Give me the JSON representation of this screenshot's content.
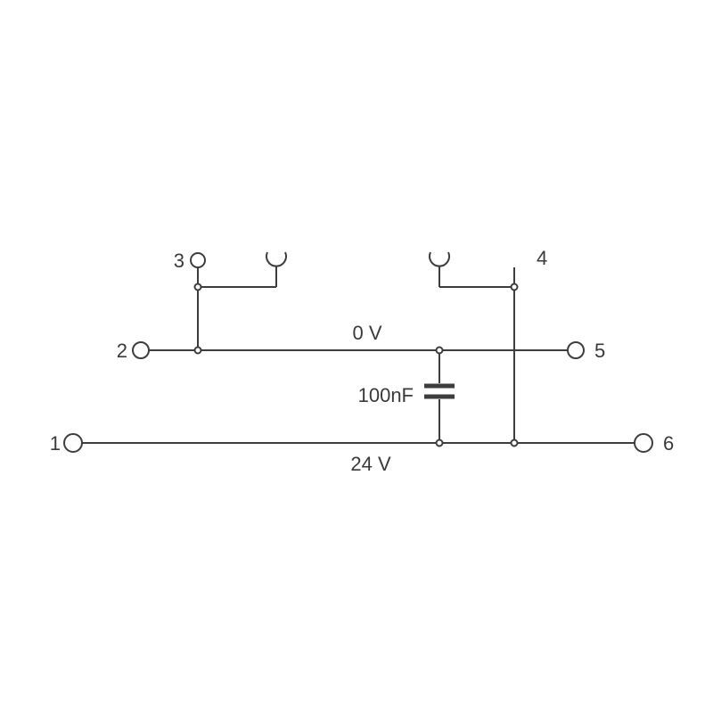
{
  "diagram": {
    "terminals": {
      "t1": "1",
      "t2": "2",
      "t3": "3",
      "t4": "4",
      "t5": "5",
      "t6": "6"
    },
    "nets": {
      "zero": "0 V",
      "supply": "24 V"
    },
    "capacitor": {
      "value": "100nF"
    },
    "colors": {
      "line": "#3d3d3d",
      "text": "#3a3a3a",
      "background": "#ffffff"
    }
  }
}
